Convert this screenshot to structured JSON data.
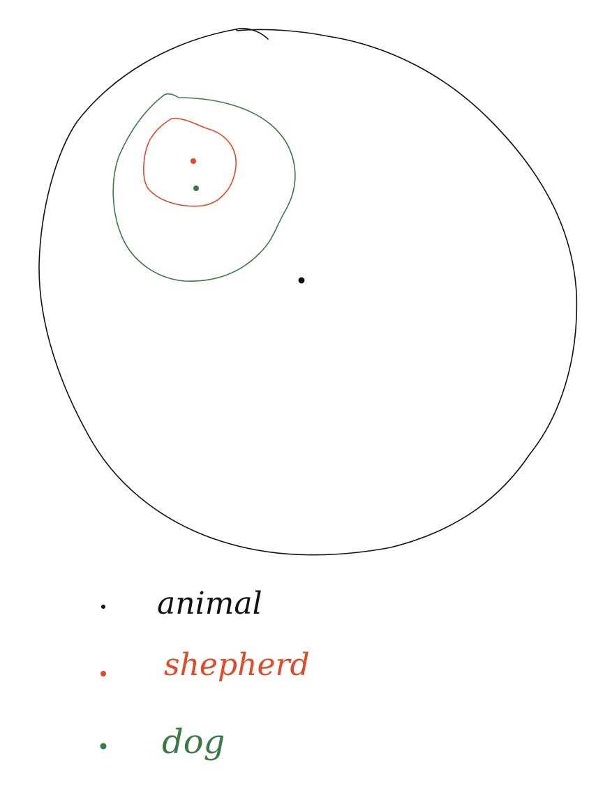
{
  "diagram": {
    "colors": {
      "animal": "#111111",
      "shepherd": "#e0492a",
      "dog": "#3a7a45",
      "background": "#ffffff"
    },
    "regions": [
      {
        "id": "animal",
        "color_key": "animal",
        "contains": [
          "shepherd",
          "dog"
        ]
      },
      {
        "id": "dog",
        "color_key": "dog",
        "contains": [
          "shepherd"
        ]
      },
      {
        "id": "shepherd",
        "color_key": "shepherd",
        "contains": []
      }
    ],
    "legend": [
      {
        "id": "animal",
        "label": "animal",
        "color_key": "animal"
      },
      {
        "id": "shepherd",
        "label": "shepherd",
        "color_key": "shepherd"
      },
      {
        "id": "dog",
        "label": "dog",
        "color_key": "dog"
      }
    ]
  }
}
